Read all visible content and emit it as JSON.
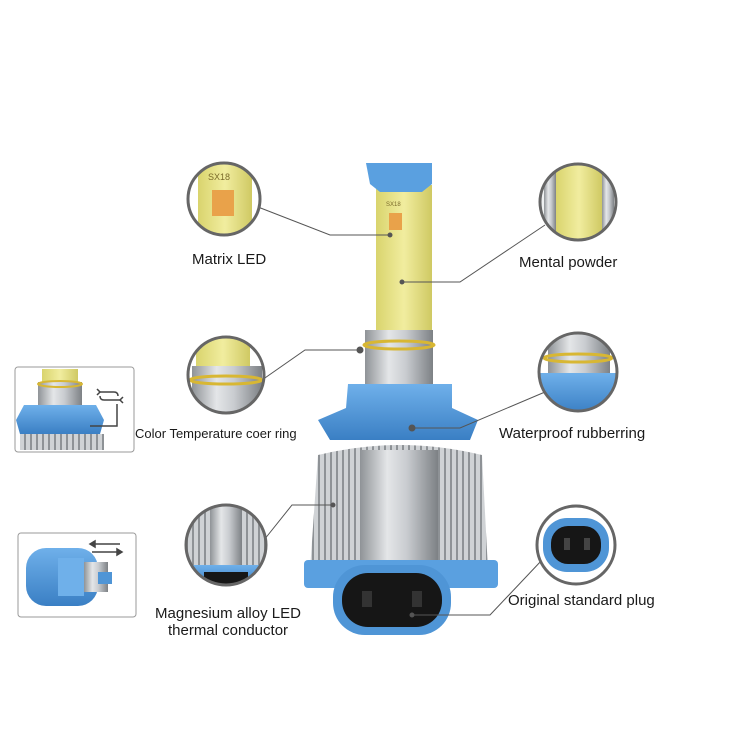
{
  "callouts": {
    "matrix_led": "Matrix LED",
    "mental_powder": "Mental powder",
    "color_temperature_ring": "Color Temperature coer ring",
    "waterproof_ring": "Waterproof rubberring",
    "magnesium_line1": "Magnesium alloy LED",
    "magnesium_line2": "thermal conductor",
    "original_plug": "Original standard plug"
  },
  "colors": {
    "accent_blue": "#4f95d6",
    "led_yellow": "#e9e38e",
    "gold_ring": "#d8b733",
    "silver": "#b9bcc0",
    "leader_line": "#555555"
  }
}
